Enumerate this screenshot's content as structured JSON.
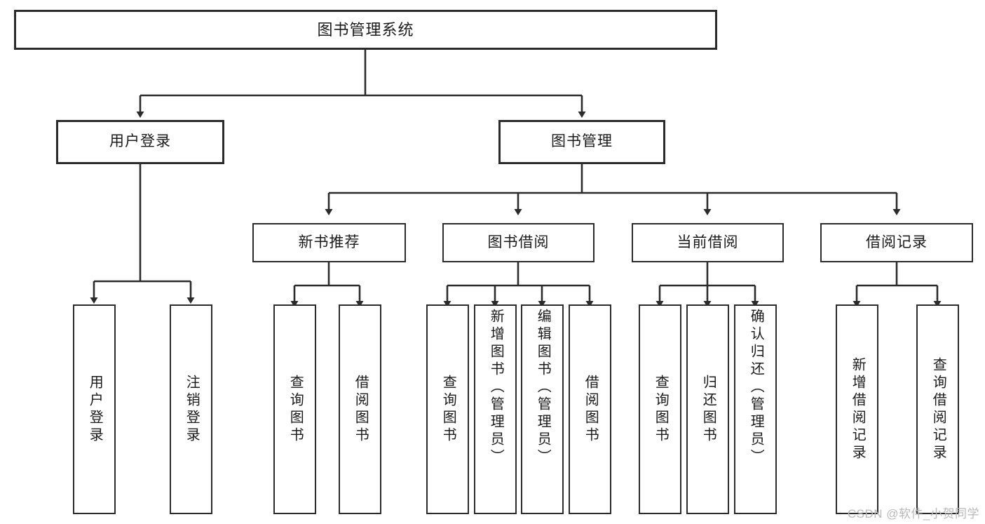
{
  "diagram": {
    "title": "图书管理系统",
    "type": "tree-hierarchy",
    "line_color": "#2b2b2b",
    "box_fill": "#ffffff",
    "text_color": "#1a1a1a",
    "background": "#ffffff"
  },
  "nodes": {
    "root": {
      "label": "图书管理系统"
    },
    "level1": [
      {
        "label": "用户登录"
      },
      {
        "label": "图书管理"
      }
    ],
    "level2": [
      {
        "label": "新书推荐"
      },
      {
        "label": "图书借阅"
      },
      {
        "label": "当前借阅"
      },
      {
        "label": "借阅记录"
      }
    ],
    "leaves": {
      "user_login": [
        {
          "label": "用户登录"
        },
        {
          "label": "注销登录"
        }
      ],
      "new_book_recommend": [
        {
          "label": "查询图书"
        },
        {
          "label": "借阅图书"
        }
      ],
      "book_borrow": [
        {
          "label": "查询图书"
        },
        {
          "label": "新增图书（管理员）"
        },
        {
          "label": "编辑图书（管理员）"
        },
        {
          "label": "借阅图书"
        }
      ],
      "current_borrow": [
        {
          "label": "查询图书"
        },
        {
          "label": "归还图书"
        },
        {
          "label": "确认归还（管理员）"
        }
      ],
      "borrow_record": [
        {
          "label": "新增借阅记录"
        },
        {
          "label": "查询借阅记录"
        }
      ]
    }
  },
  "watermark": {
    "text": "CSDN @软件_小贺同学"
  }
}
